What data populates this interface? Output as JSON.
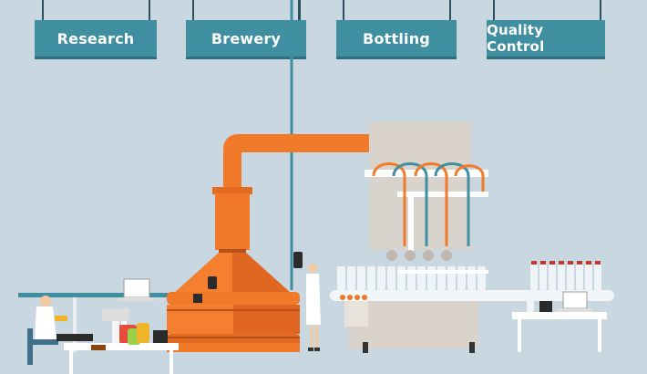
{
  "signs": [
    {
      "label": "Research"
    },
    {
      "label": "Brewery"
    },
    {
      "label": "Bottling"
    },
    {
      "label": "Quality Control"
    }
  ],
  "colors": {
    "background": "#c9d7e1",
    "sign": "#3f8fa1",
    "kettle": "#ef7a2e",
    "pipe": "#f07a2a",
    "machine": "#dad3cc",
    "bottle": "#e8f1f6"
  },
  "icons": [
    "scientist-figure",
    "brewer-figure",
    "brew-kettle",
    "bottling-machine",
    "laptop-icon",
    "bottle-icon"
  ]
}
